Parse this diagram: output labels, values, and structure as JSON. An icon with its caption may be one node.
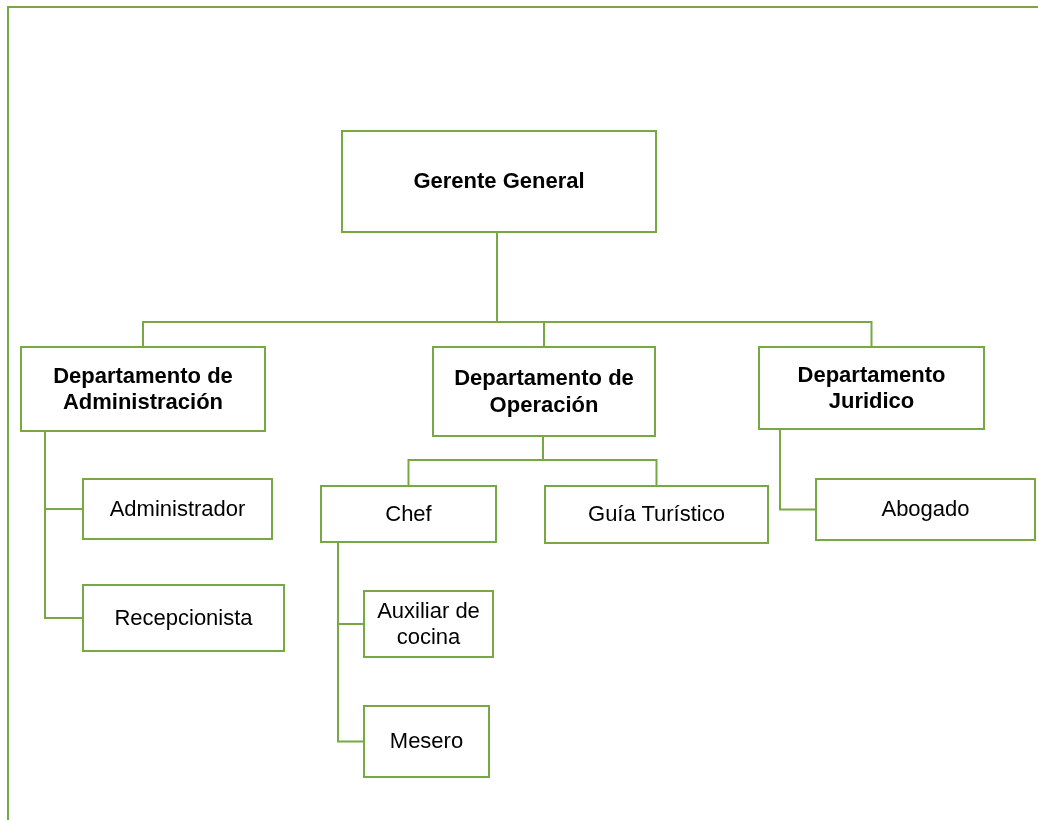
{
  "diagram": {
    "nodes": [
      {
        "text": [
          "Gerente General"
        ]
      },
      {
        "text": [
          "Departamento de Administración"
        ]
      },
      {
        "text": [
          "Departamento de Operación"
        ]
      },
      {
        "text": [
          "Departamento Juridico"
        ]
      },
      {
        "text": [
          "Administrador"
        ]
      },
      {
        "text": [
          "Recepcionista"
        ]
      },
      {
        "text": [
          "Chef"
        ]
      },
      {
        "text": [
          "Guía Turístico"
        ]
      },
      {
        "text": [
          "Abogado"
        ]
      },
      {
        "text": [
          "Auxiliar de cocina"
        ]
      },
      {
        "text": [
          "Mesero"
        ]
      }
    ],
    "edges": [
      {
        "from": 0,
        "to": 1,
        "arrow": "none"
      },
      {
        "from": 0,
        "to": 2,
        "arrow": "none"
      },
      {
        "from": 0,
        "to": 3,
        "arrow": "none"
      },
      {
        "from": 1,
        "to": 4,
        "arrow": "none"
      },
      {
        "from": 1,
        "to": 5,
        "arrow": "none"
      },
      {
        "from": 2,
        "to": 6,
        "arrow": "none"
      },
      {
        "from": 2,
        "to": 7,
        "arrow": "none"
      },
      {
        "from": 3,
        "to": 8,
        "arrow": "none"
      },
      {
        "from": 6,
        "to": 9,
        "arrow": "none"
      },
      {
        "from": 6,
        "to": 10,
        "arrow": "none"
      }
    ]
  }
}
